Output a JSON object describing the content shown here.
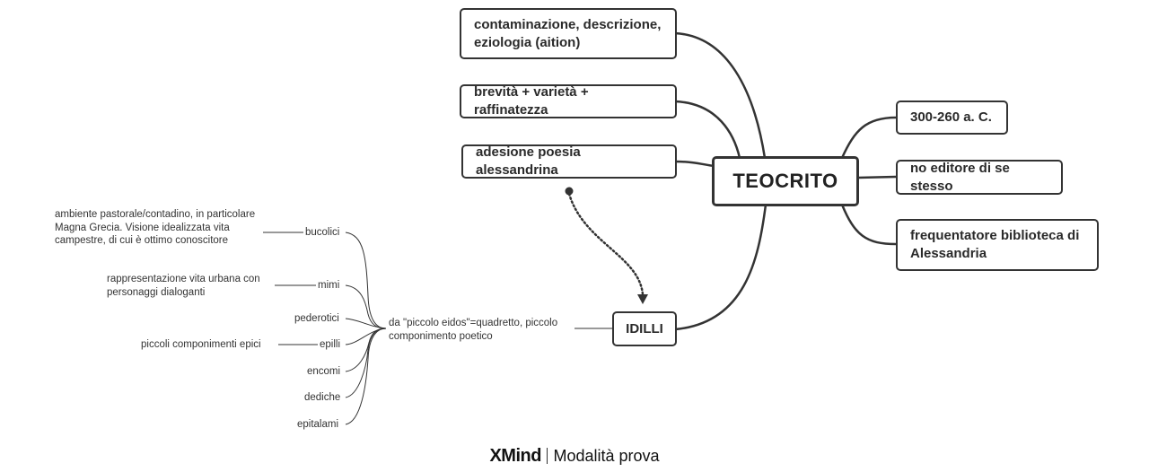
{
  "central": "TEOCRITO",
  "left_topics": {
    "contaminazione": "contaminazione, descrizione, eziologia (aition)",
    "brevita": "brevità + varietà + raffinatezza",
    "adesione": "adesione poesia alessandrina"
  },
  "right_topics": {
    "date": "300-260 a. C.",
    "editore": "no editore di se stesso",
    "biblioteca": "frequentatore biblioteca di Alessandria"
  },
  "idilli": {
    "label": "IDILLI",
    "note": "da \"piccolo eidos\"=quadretto, piccolo componimento poetico",
    "types": {
      "bucolici": "bucolici",
      "mimi": "mimi",
      "pederotici": "pederotici",
      "epilli": "epilli",
      "encomi": "encomi",
      "dediche": "dediche",
      "epitalami": "epitalami"
    },
    "notes": {
      "bucolici": "ambiente pastorale/contadino, in particolare Magna Grecia. Visione idealizzata vita campestre, di cui è ottimo conoscitore",
      "mimi": "rappresentazione vita urbana con personaggi dialoganti",
      "epilli": "piccoli componimenti epici"
    }
  },
  "watermark": {
    "brand": "XMind",
    "mode": "Modalità prova"
  },
  "colors": {
    "line": "#333333",
    "border": "#333333",
    "background": "#ffffff"
  }
}
